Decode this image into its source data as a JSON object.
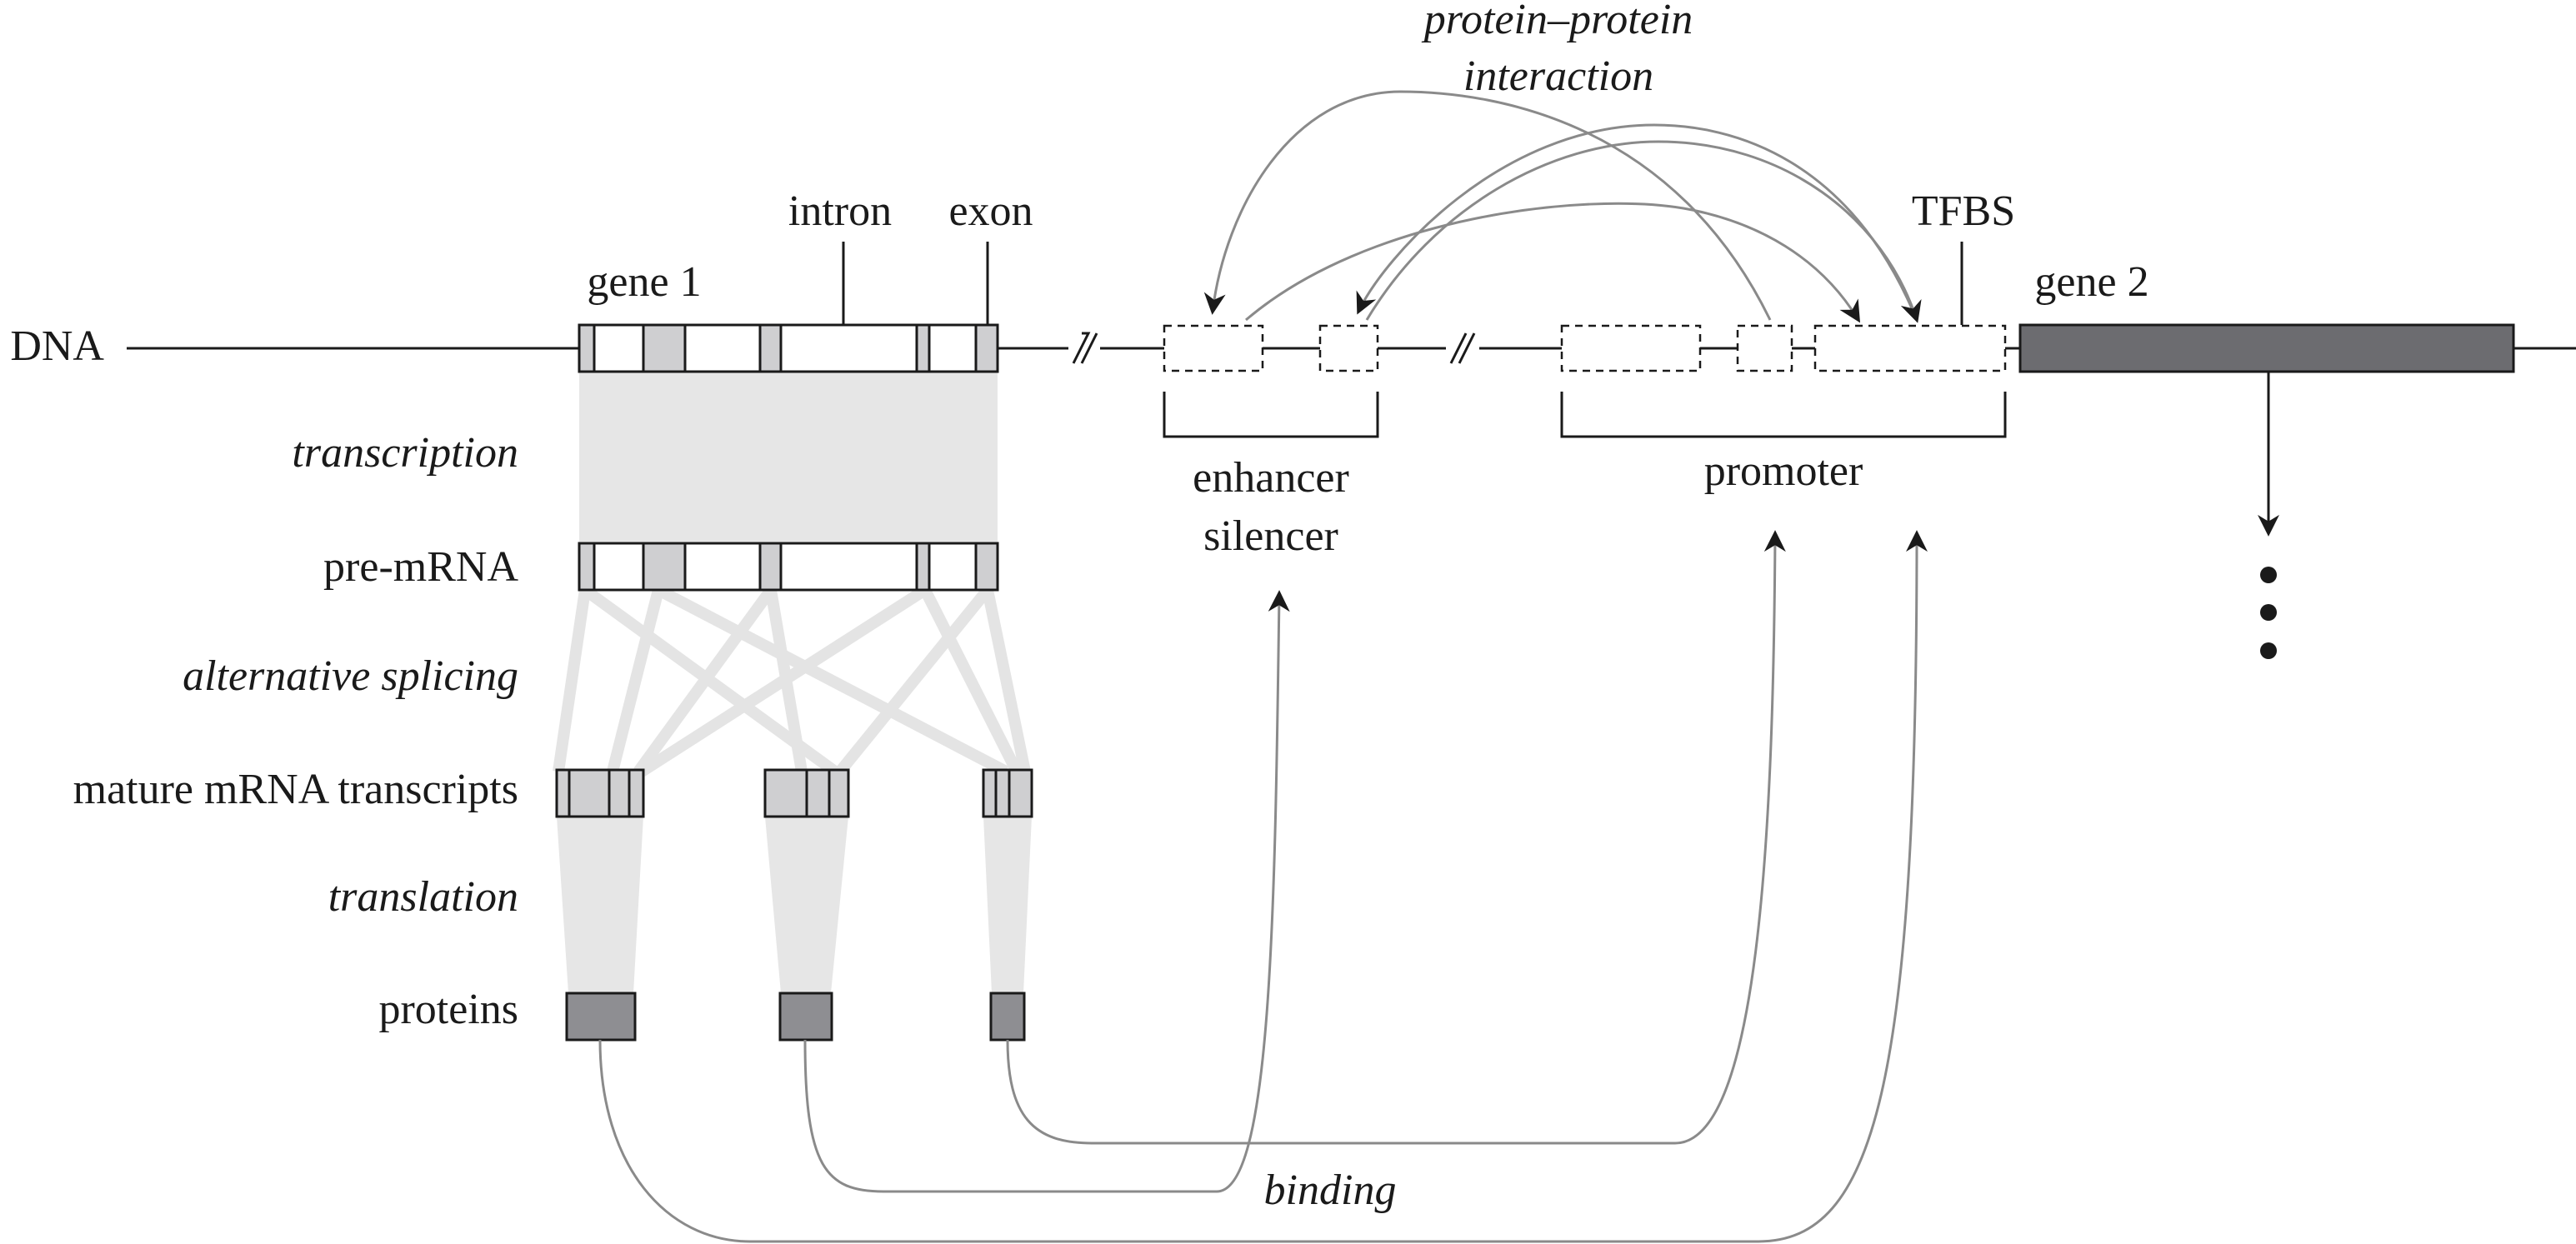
{
  "labels": {
    "dna": "DNA",
    "gene1": "gene 1",
    "gene2": "gene 2",
    "intron": "intron",
    "exon": "exon",
    "tfbs": "TFBS",
    "ppi_line1": "protein–protein",
    "ppi_line2": "interaction",
    "transcription": "transcription",
    "pre_mrna": "pre-mRNA",
    "alternative_splicing": "alternative splicing",
    "mature_mrna": "mature mRNA transcripts",
    "translation": "translation",
    "proteins": "proteins",
    "enhancer": "enhancer",
    "silencer": "silencer",
    "promoter": "promoter",
    "binding": "binding"
  },
  "colors": {
    "line": "#1a1a1a",
    "exon_fill": "#cfcfd1",
    "intron_fill": "#ffffff",
    "gene2_fill": "#6c6c70",
    "protein_fill": "#8e8e92",
    "shade": "#e6e6e6",
    "curve": "#8a8a8a"
  }
}
